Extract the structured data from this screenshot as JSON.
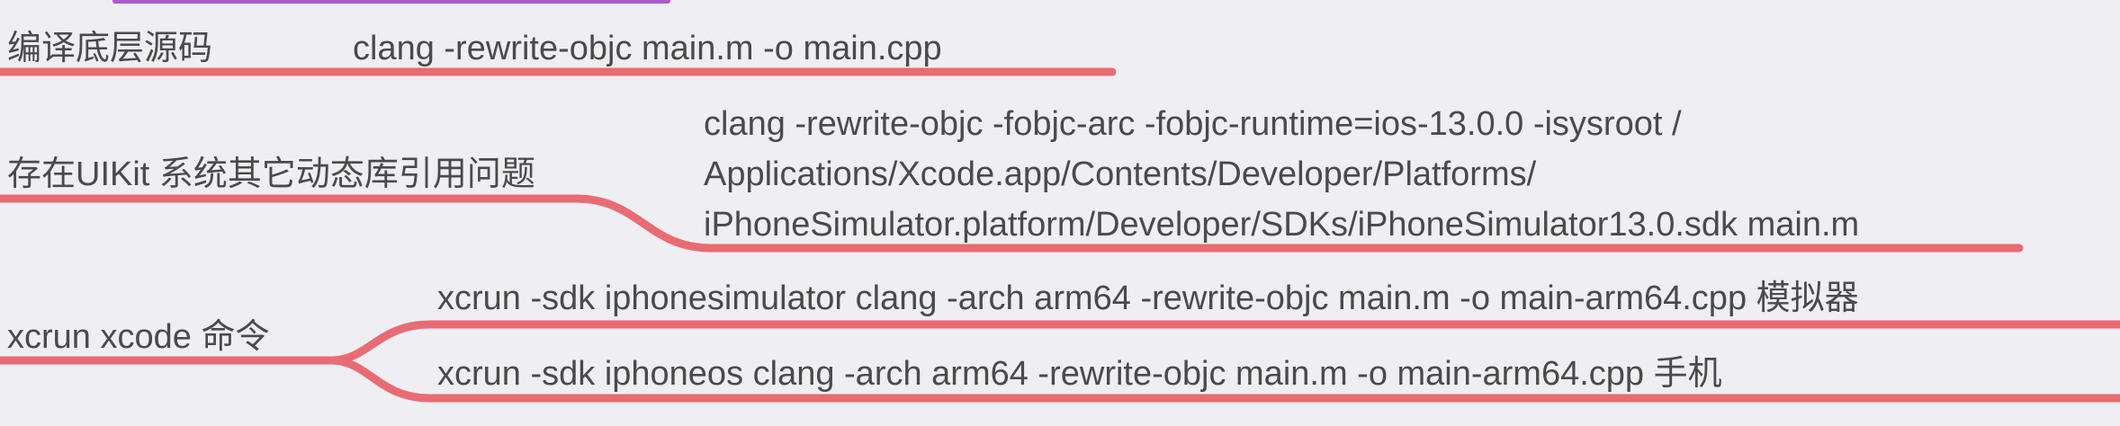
{
  "colors": {
    "background": "#efeef3",
    "branch_line": "#e96b73",
    "top_accent": "#a95bcf",
    "text": "#4a4a4a"
  },
  "nodes": [
    {
      "label": "编译底层源码",
      "content_lines": [
        "clang -rewrite-objc main.m -o main.cpp"
      ]
    },
    {
      "label": "存在UIKit 系统其它动态库引用问题",
      "content_lines": [
        "clang -rewrite-objc -fobjc-arc -fobjc-runtime=ios-13.0.0 -isysroot /",
        "Applications/Xcode.app/Contents/Developer/Platforms/",
        "iPhoneSimulator.platform/Developer/SDKs/iPhoneSimulator13.0.sdk main.m"
      ]
    },
    {
      "label": "xcrun  xcode 命令",
      "children": [
        "xcrun -sdk iphonesimulator clang -arch arm64 -rewrite-objc main.m -o main-arm64.cpp   模拟器",
        "xcrun -sdk iphoneos clang -arch arm64 -rewrite-objc main.m -o main-arm64.cpp   手机"
      ]
    }
  ]
}
